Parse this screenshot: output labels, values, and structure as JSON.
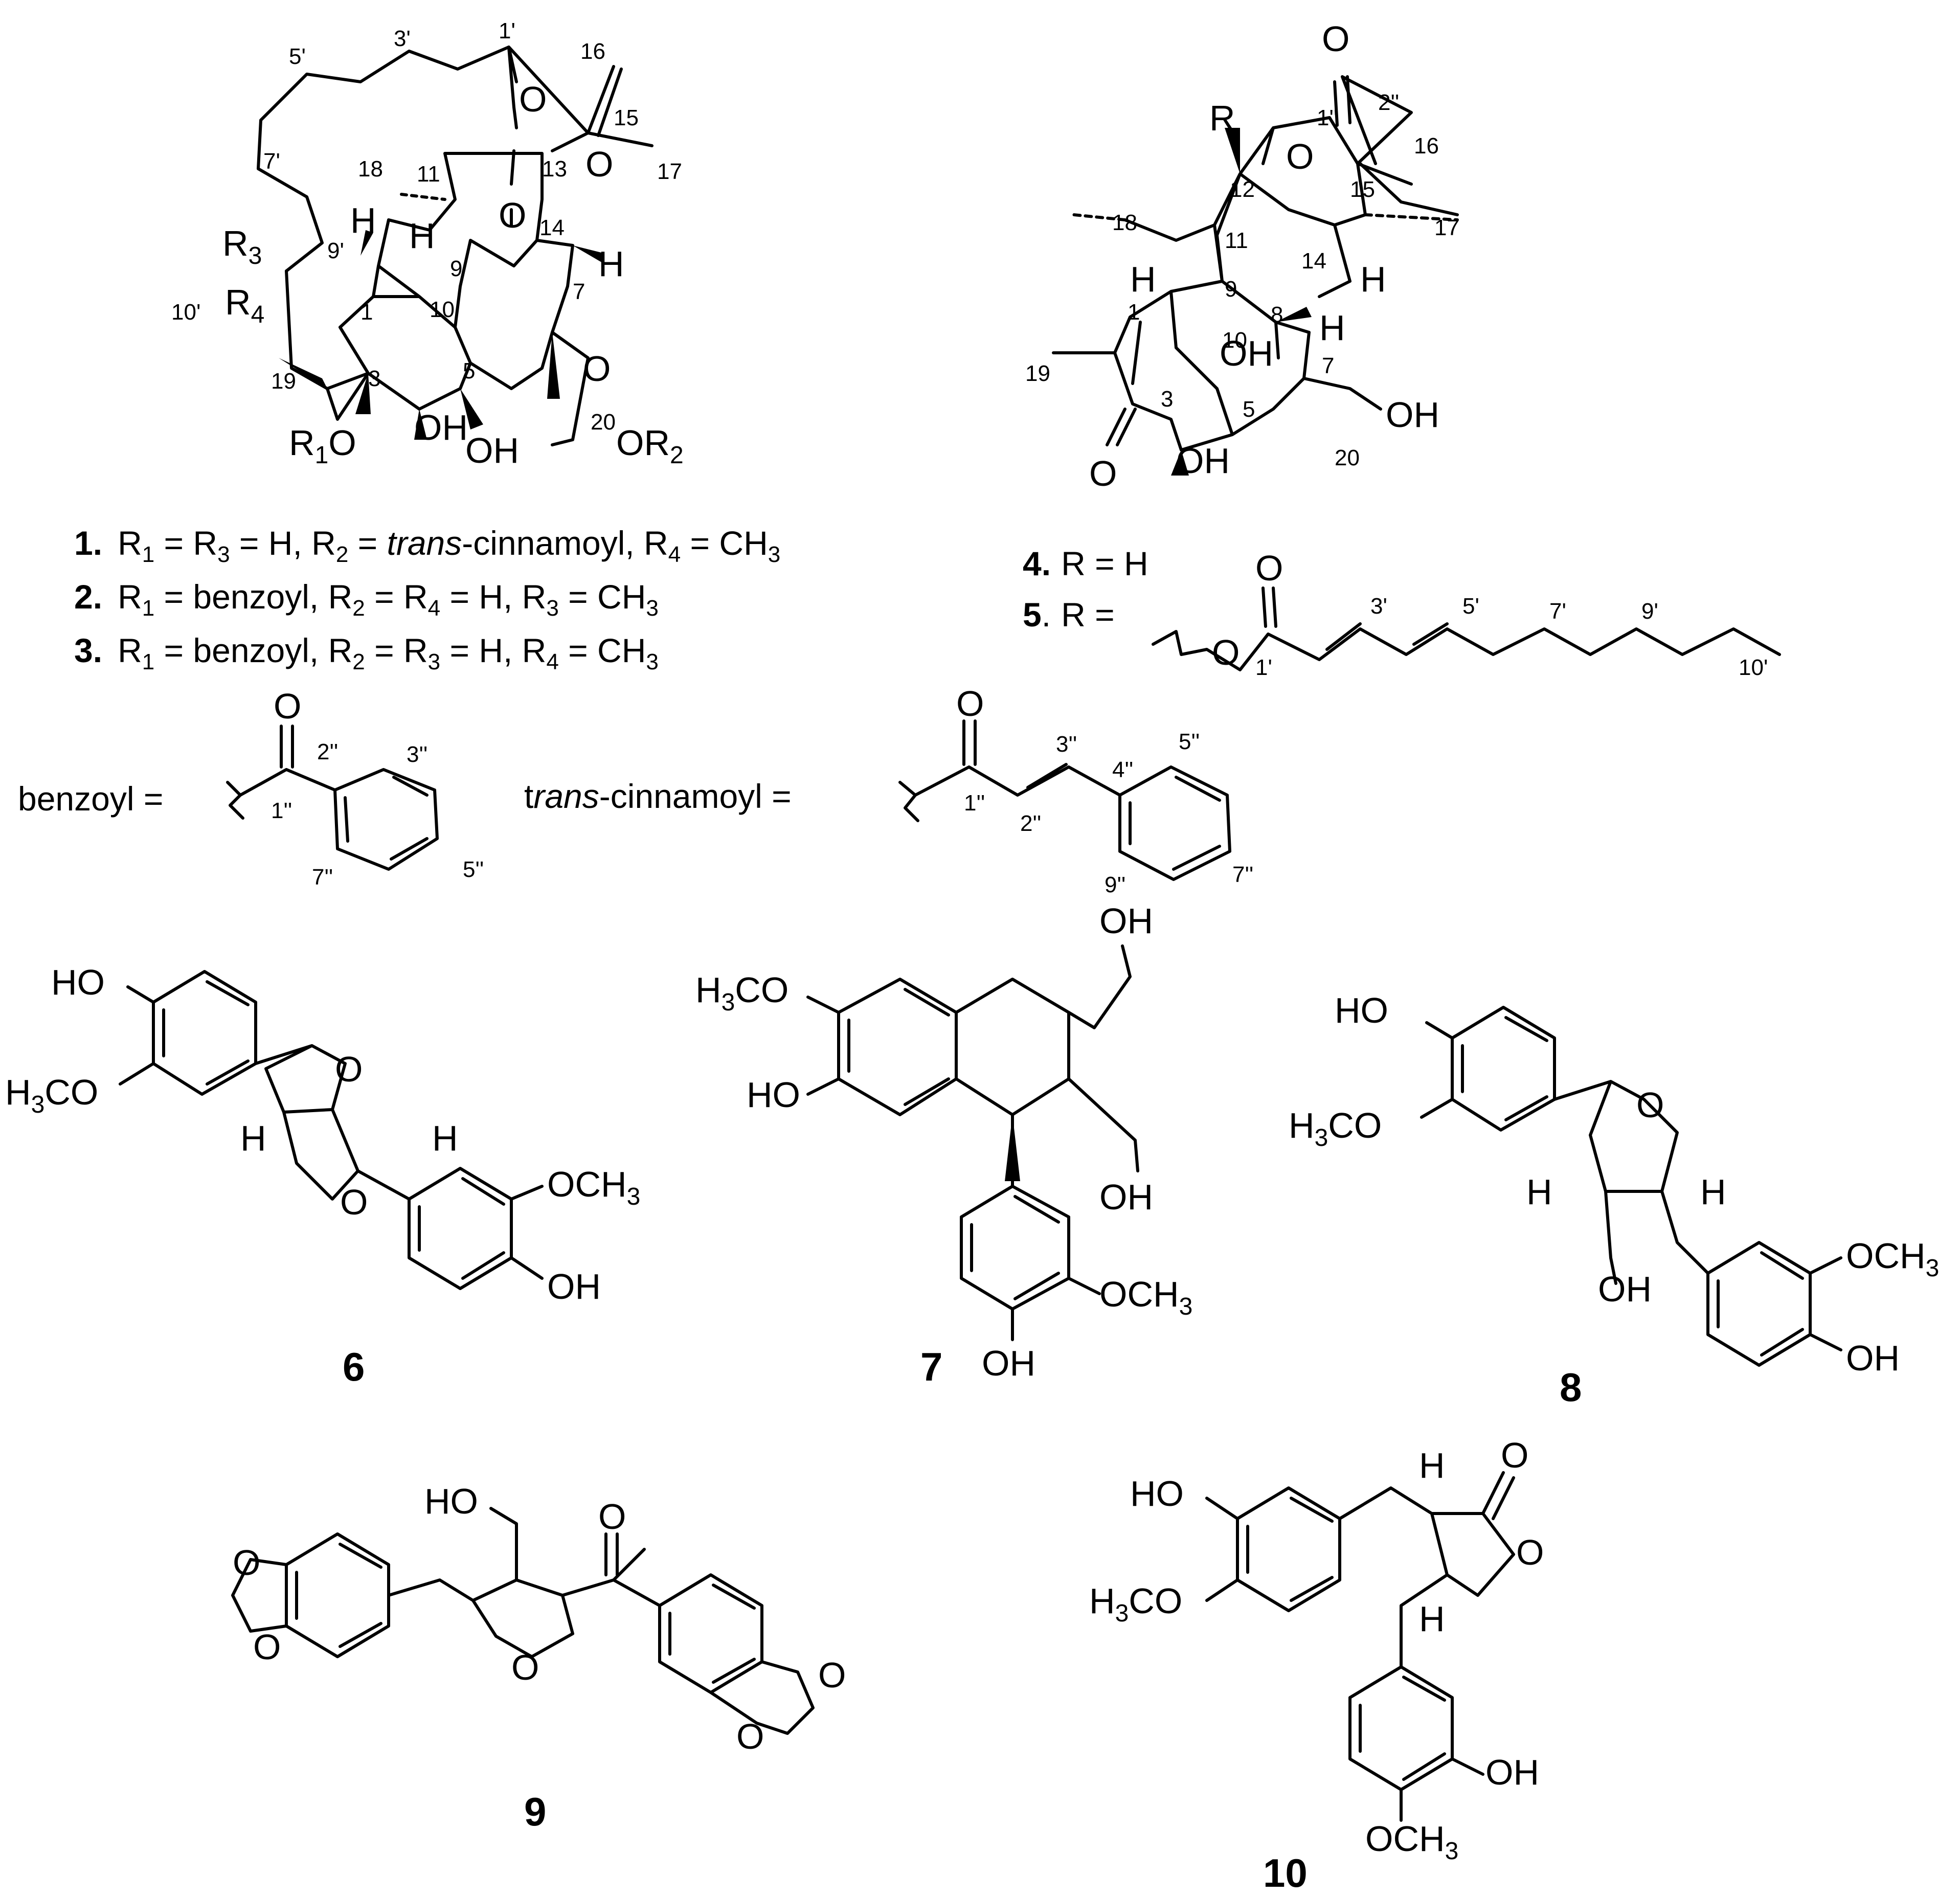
{
  "compounds": [
    {
      "id": "1",
      "definition": {
        "lead": "R1 = R3 = H, R2 = ",
        "italic": "trans",
        "trail": "-cinnamoyl, R4 = CH3"
      }
    },
    {
      "id": "2",
      "definition": {
        "lead": "R1 = benzoyl, R2 = R4 = H, R3 = CH3",
        "italic": "",
        "trail": ""
      }
    },
    {
      "id": "3",
      "definition": {
        "lead": "R1 = benzoyl, R2 = R3 = H, R4 = CH3",
        "italic": "",
        "trail": ""
      }
    },
    {
      "id": "4",
      "definition": {
        "lead": "R =  H",
        "italic": "",
        "trail": ""
      }
    },
    {
      "id": "5",
      "definition": {
        "lead": "R =",
        "italic": "",
        "trail": ""
      }
    },
    {
      "id": "6"
    },
    {
      "id": "7"
    },
    {
      "id": "8"
    },
    {
      "id": "9"
    },
    {
      "id": "10"
    }
  ],
  "substituent_definitions": {
    "benzoyl": "benzoyl =",
    "cinnamoyl": {
      "prefix": "t",
      "italic": "rans",
      "suffix": "-cinnamoyl ="
    }
  },
  "atom_labels": {
    "s1": {
      "O1": "O",
      "O2": "O",
      "O3": "O",
      "O4": "O",
      "H1": "H",
      "H2": "H",
      "H3": "H",
      "R3": "R3",
      "R4": "R4",
      "OH4": "OH",
      "OH5": "OH",
      "R1O": "R1O",
      "OR2": "OR2"
    },
    "s1_numbers": [
      "1'",
      "3'",
      "5'",
      "7'",
      "9'",
      "10'",
      "16",
      "15",
      "17",
      "18",
      "11",
      "13",
      "14",
      "9",
      "10",
      "1",
      "3",
      "19",
      "5",
      "7",
      "20"
    ],
    "s4": {
      "O_ketone": "O",
      "O_ester": "O",
      "R": "R",
      "O_link": "O",
      "H10": "H",
      "H14": "H",
      "H8": "H",
      "OH9": "OH",
      "OH4": "OH",
      "OH20": "OH"
    },
    "s4_numbers": [
      "2''",
      "1''",
      "12",
      "15",
      "16",
      "17",
      "18",
      "11",
      "14",
      "9",
      "8",
      "1",
      "10",
      "7",
      "19",
      "3",
      "5",
      "20"
    ],
    "s5_chain": {
      "O_carbonyl": "O",
      "O_link": "O",
      "numbers": [
        "1'",
        "3'",
        "5'",
        "7'",
        "9'",
        "10'"
      ]
    },
    "benzoyl": {
      "O": "O",
      "numbers": [
        "1''",
        "2''",
        "3''",
        "5''",
        "7''"
      ]
    },
    "cinnamoyl": {
      "O": "O",
      "numbers": [
        "1''",
        "2''",
        "3''",
        "4''",
        "5''",
        "7''",
        "9''"
      ]
    },
    "s6": {
      "HO": "HO",
      "H3CO": "H3CO",
      "O1": "O",
      "O2": "O",
      "H1": "H",
      "H2": "H",
      "OCH3": "OCH3",
      "OH": "OH"
    },
    "s7": {
      "H3CO": "H3CO",
      "HO": "HO",
      "OH1": "OH",
      "OH2": "OH",
      "OCH3": "OCH3",
      "OH3": "OH"
    },
    "s8": {
      "HO": "HO",
      "H3CO": "H3CO",
      "O": "O",
      "H1": "H",
      "H2": "H",
      "OH1": "OH",
      "OCH3": "OCH3",
      "OH2": "OH"
    },
    "s9": {
      "HO": "HO",
      "O_keto": "O",
      "O_ring": "O",
      "O_a1": "O",
      "O_a2": "O",
      "O_b1": "O",
      "O_b2": "O"
    },
    "s10": {
      "HO": "HO",
      "H3CO": "H3CO",
      "H1": "H",
      "H2": "H",
      "O_keto": "O",
      "O_ring": "O",
      "OH": "OH",
      "OCH3": "OCH3"
    }
  }
}
